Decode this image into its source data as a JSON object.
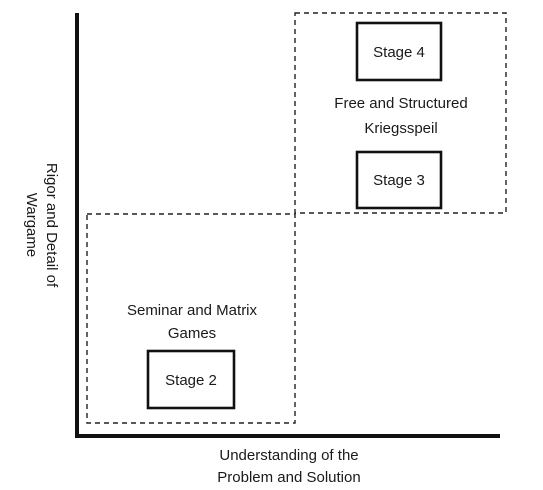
{
  "axes": {
    "x_label_lines": [
      "Understanding of the",
      "Problem and Solution"
    ],
    "y_label_lines": [
      "Rigor and Detail of",
      "Wargame"
    ]
  },
  "regions": {
    "lower": {
      "label_lines": [
        "Seminar and Matrix",
        "Games"
      ]
    },
    "upper": {
      "label_lines": [
        "Free and Structured",
        "Kriegsspeil"
      ]
    }
  },
  "stages": {
    "stage2": "Stage 2",
    "stage3": "Stage 3",
    "stage4": "Stage 4"
  }
}
